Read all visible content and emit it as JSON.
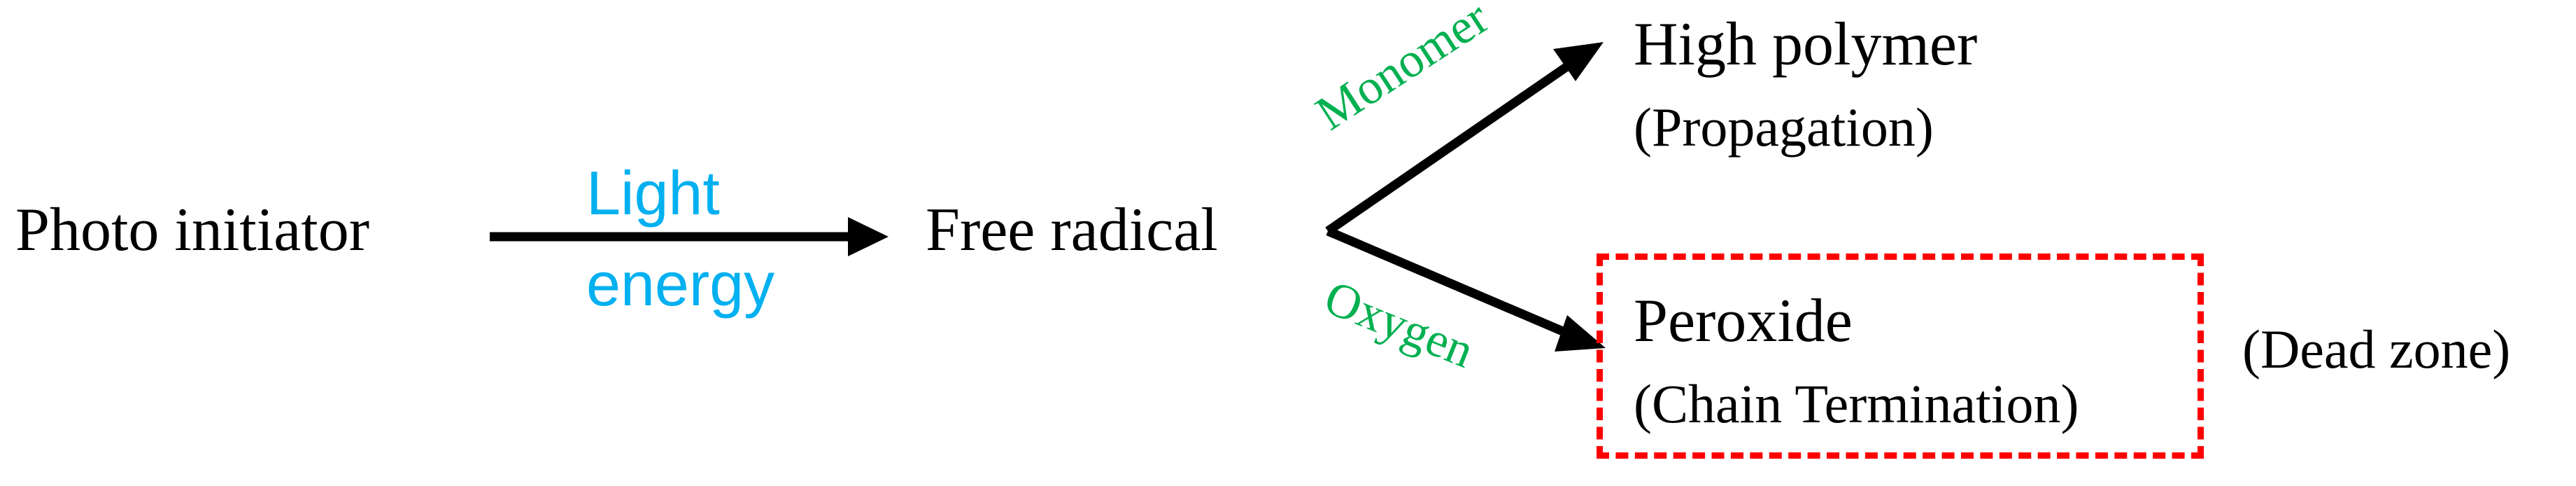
{
  "nodes": {
    "photo_initiator": "Photo initiator",
    "free_radical": "Free radical",
    "high_polymer": "High polymer",
    "propagation": "(Propagation)",
    "peroxide": "Peroxide",
    "chain_termination": "(Chain Termination)",
    "dead_zone": "(Dead zone)"
  },
  "edges": {
    "light_line1": "Light",
    "light_line2": "energy",
    "monomer": "Monomer",
    "oxygen": "Oxygen"
  },
  "colors": {
    "light_energy": "#00b0f0",
    "branch_labels": "#00b050",
    "dead_zone_border": "#ff0000",
    "arrows": "#000000"
  }
}
